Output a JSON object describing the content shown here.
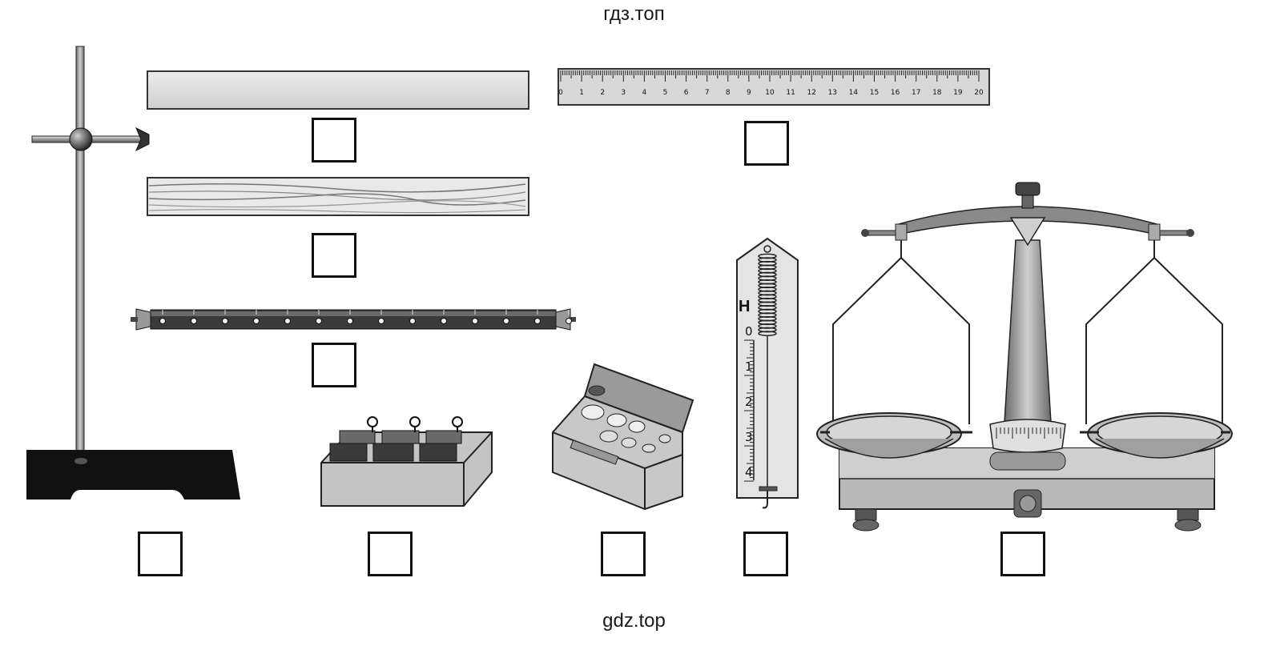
{
  "watermarks": {
    "top": "гдз.топ",
    "bottom": "gdz.top"
  },
  "ruler": {
    "numbers": [
      "0",
      "1",
      "2",
      "3",
      "4",
      "5",
      "6",
      "7",
      "8",
      "9",
      "10",
      "11",
      "12",
      "13",
      "14",
      "15",
      "16",
      "17",
      "18",
      "19",
      "20"
    ]
  },
  "dynamometer": {
    "unit": "Н",
    "scale": [
      "0",
      "1",
      "2",
      "3",
      "4"
    ]
  },
  "checkboxes": [
    {
      "id": "plain-bar"
    },
    {
      "id": "ruler"
    },
    {
      "id": "wooden-bar"
    },
    {
      "id": "lever"
    },
    {
      "id": "stand"
    },
    {
      "id": "weights-set"
    },
    {
      "id": "weights-case"
    },
    {
      "id": "dynamometer"
    },
    {
      "id": "balance"
    }
  ],
  "colors": {
    "metal": "#8a8a8a",
    "dark": "#2a2a2a",
    "light": "#d9d9d9"
  }
}
